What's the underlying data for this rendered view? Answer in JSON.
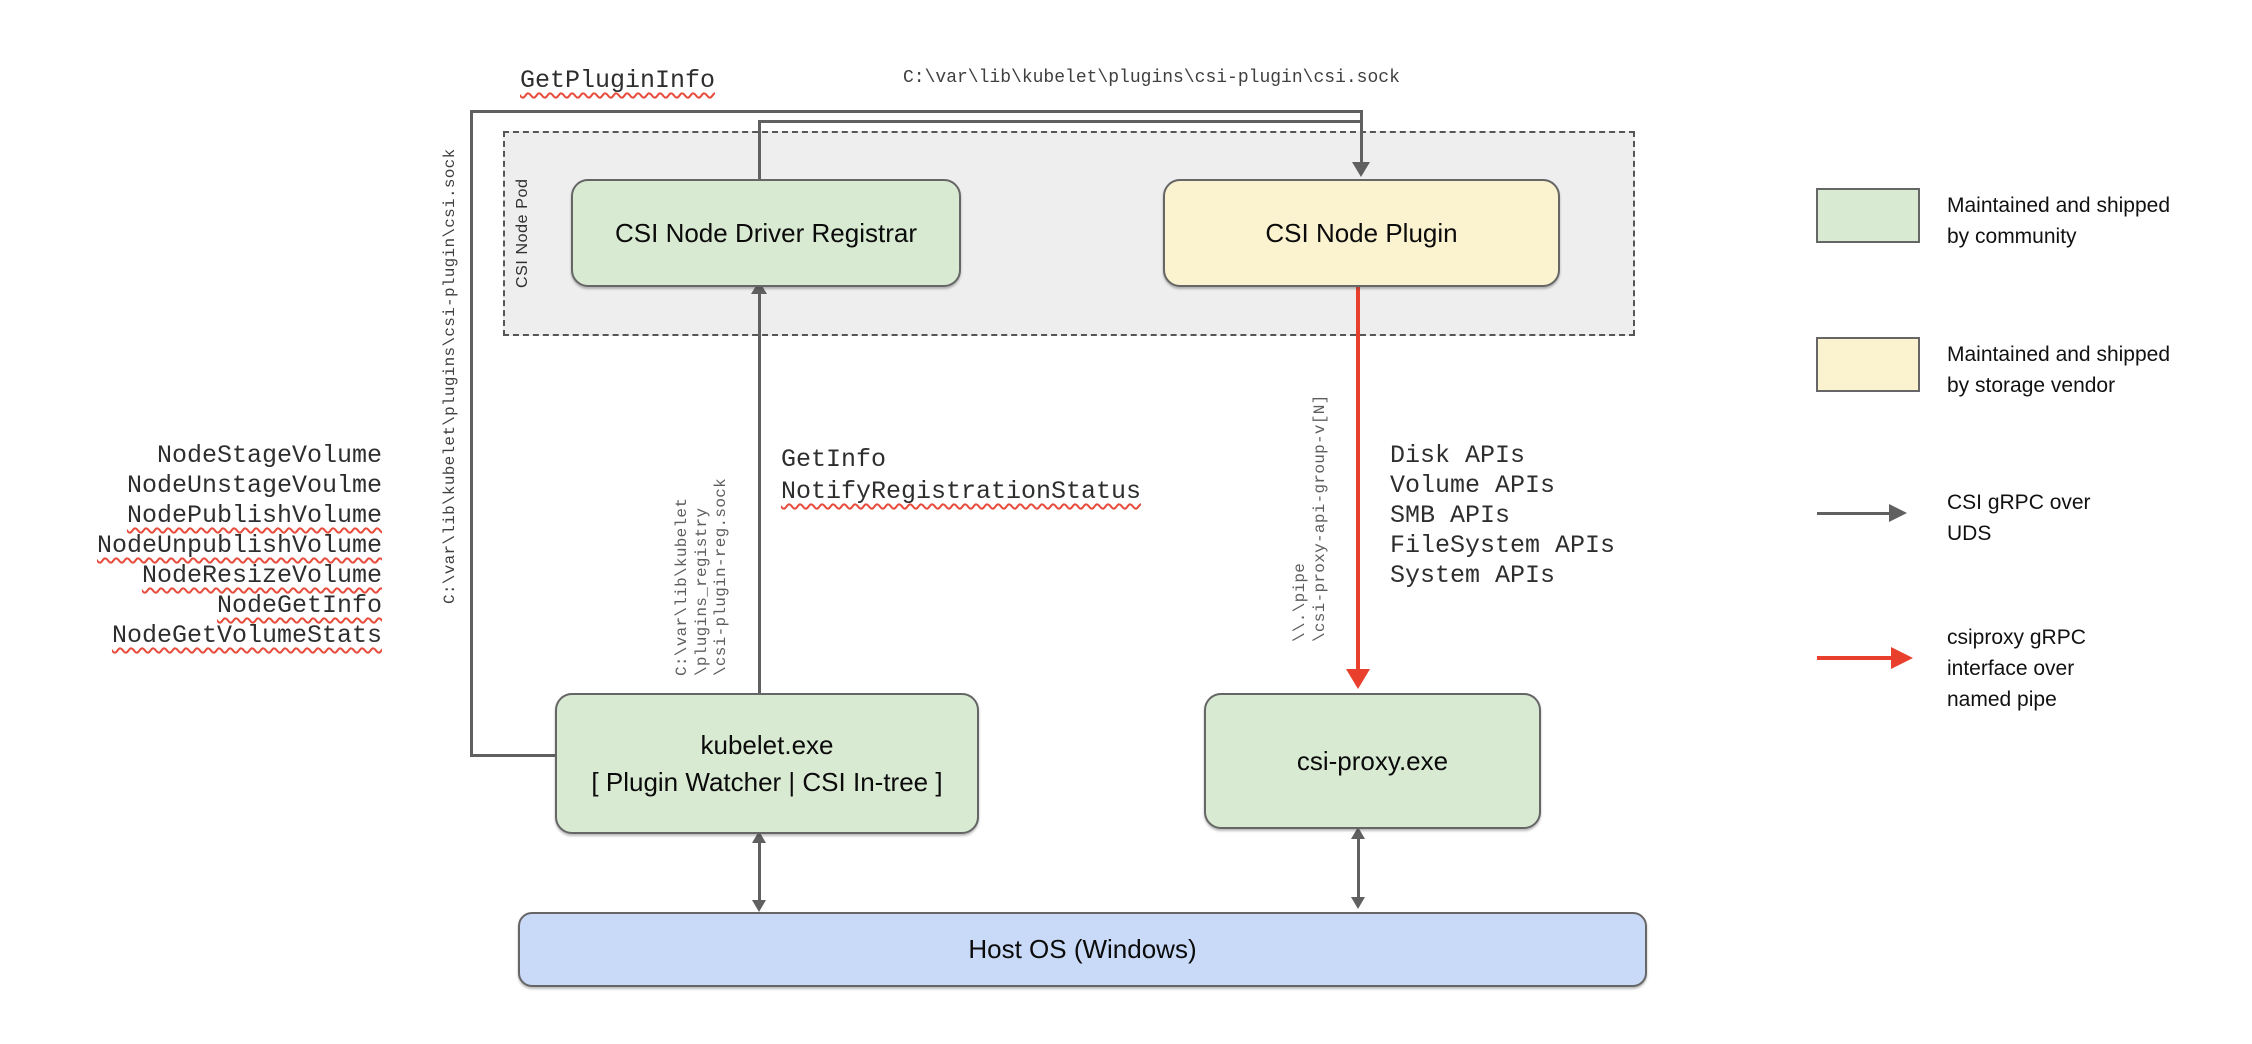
{
  "diagram": {
    "labels": {
      "get_plugin_info": "GetPluginInfo",
      "csi_sock_top": "C:\\var\\lib\\kubelet\\plugins\\csi-plugin\\csi.sock",
      "csi_sock_left": "C:\\var\\lib\\kubelet\\plugins\\csi-plugin\\csi.sock",
      "reg_sock_lines": [
        "C:\\var\\lib\\kubelet",
        "\\plugins_registry",
        "\\csi-plugin-reg.sock"
      ],
      "pipe_lines": [
        "\\\\.\\pipe",
        "\\csi-proxy-api-group-v[N]"
      ],
      "get_info": "GetInfo",
      "notify_registration_status": "NotifyRegistrationStatus",
      "pod_label": "CSI Node Pod"
    },
    "node_calls": [
      {
        "text": "NodeStageVolume",
        "misspelled": false
      },
      {
        "text": "NodeUnstageVoulme",
        "misspelled": false
      },
      {
        "text": "NodePublishVolume",
        "misspelled": true
      },
      {
        "text": "NodeUnpublishVolume",
        "misspelled": true
      },
      {
        "text": "NodeResizeVolume",
        "misspelled": true
      },
      {
        "text": "NodeGetInfo",
        "misspelled": true
      },
      {
        "text": "NodeGetVolumeStats",
        "misspelled": true
      }
    ],
    "proxy_apis": [
      "Disk APIs",
      "Volume APIs",
      "SMB APIs",
      "FileSystem APIs",
      "System APIs"
    ],
    "boxes": {
      "registrar": "CSI Node Driver Registrar",
      "node_plugin": "CSI Node Plugin",
      "kubelet_lines": [
        "kubelet.exe",
        "[ Plugin Watcher | CSI In-tree ]"
      ],
      "csi_proxy": "csi-proxy.exe",
      "host_os": "Host OS (Windows)"
    },
    "colors": {
      "community_green": "#d9ead3",
      "vendor_yellow": "#fbf2cf",
      "host_blue": "#c9daf8",
      "pod_gray": "#eeeeee",
      "line_gray": "#606060",
      "pipe_red": "#e8402c",
      "squiggle_red": "#e74c3c"
    }
  },
  "legend": {
    "items": [
      {
        "swatch": "green-box",
        "lines": [
          "Maintained and shipped",
          "by community"
        ]
      },
      {
        "swatch": "yellow-box",
        "lines": [
          "Maintained and shipped",
          "by storage vendor"
        ]
      },
      {
        "swatch": "gray-arrow",
        "lines": [
          "CSI gRPC over",
          "UDS"
        ]
      },
      {
        "swatch": "red-arrow",
        "lines": [
          "csiproxy gRPC",
          "interface over",
          "named pipe"
        ]
      }
    ]
  }
}
